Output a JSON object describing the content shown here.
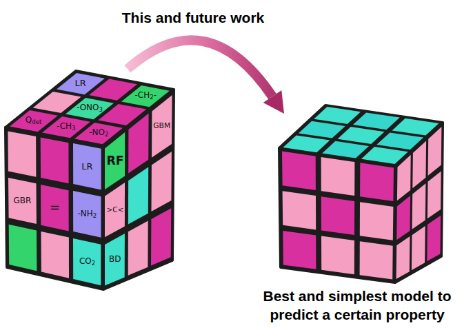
{
  "diagram": {
    "title": "This and future work",
    "caption": "Best and simplest model to predict a certain property",
    "nodes": [
      {
        "text": [
          "LR"
        ]
      },
      {
        "text": [
          "-CH2-"
        ]
      },
      {
        "text": [
          "-ONO3"
        ]
      },
      {
        "text": [
          "Qdet"
        ]
      },
      {
        "text": [
          "-CH3"
        ]
      },
      {
        "text": [
          "-NO2"
        ]
      },
      {
        "text": [
          "GBM"
        ]
      },
      {
        "text": [
          "RF"
        ]
      },
      {
        "text": [
          "LR"
        ]
      },
      {
        "text": [
          "GBR"
        ]
      },
      {
        "text": [
          "="
        ]
      },
      {
        "text": [
          "-NH2"
        ]
      },
      {
        "text": [
          ">C<"
        ]
      },
      {
        "text": [
          "BD"
        ]
      },
      {
        "text": [
          "CO2"
        ]
      }
    ]
  }
}
